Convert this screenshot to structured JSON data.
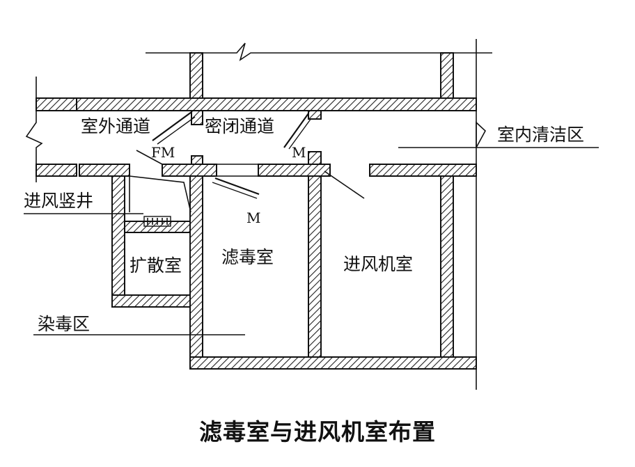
{
  "caption": "滤毒室与进风机室布置",
  "labels": {
    "outdoor_passage": "室外通道",
    "sealed_passage": "密闭通道",
    "indoor_clean_zone": "室内清洁区",
    "intake_shaft": "进风竖井",
    "expansion_room": "扩散室",
    "filter_room": "滤毒室",
    "fan_room": "进风机室",
    "contaminated_zone": "染毒区"
  },
  "door_marks": {
    "fm": "FM",
    "m_sealed": "M",
    "m_filter": "M"
  }
}
